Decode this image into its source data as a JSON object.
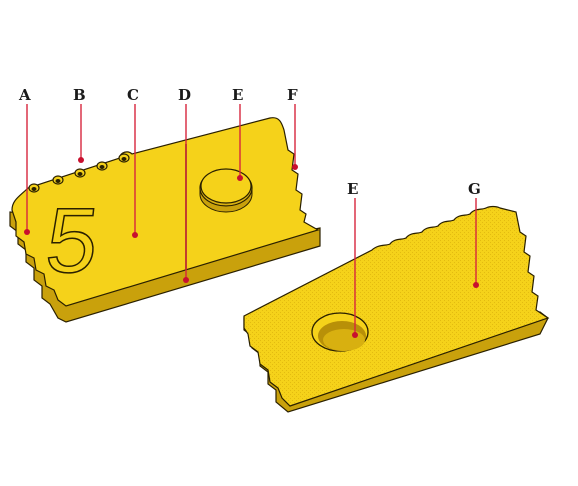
{
  "diagram": {
    "labels": {
      "a": "A",
      "b": "B",
      "c": "C",
      "d": "D",
      "e_left": "E",
      "f": "F",
      "e_right": "E",
      "g": "G"
    },
    "numeral": "5"
  },
  "colors": {
    "face": "#f5d21a",
    "face_texture": "#e3bb10",
    "side": "#c9a10c",
    "edge": "#2a2000",
    "hole_inner": "#b89008",
    "leader": "#d7263d",
    "dot": "#c8102e"
  }
}
